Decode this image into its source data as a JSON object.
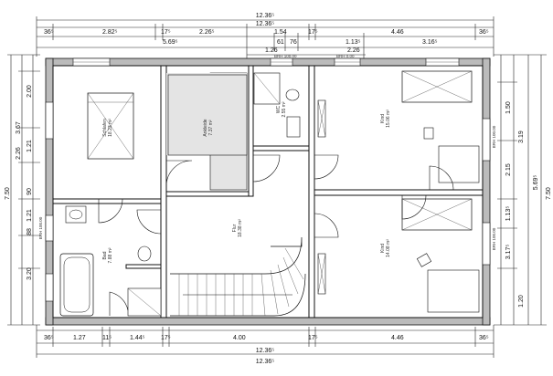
{
  "dimensions": {
    "overall_width": "12.36⁵",
    "top_row1": [
      "36⁵",
      "2.82⁵",
      "17⁵",
      "2.26⁵",
      "1.54",
      "17⁵",
      "4.46",
      "36⁵"
    ],
    "top_row2": [
      "5.69⁵",
      "61",
      "76",
      "1.13⁵",
      "3.16⁵"
    ],
    "top_row3": [
      "1.26",
      "2.26"
    ],
    "bottom_row1": [
      "36⁵",
      "1.27",
      "11⁵",
      "1.44⁵",
      "17⁵",
      "4.00",
      "17⁵",
      "4.46",
      "36⁵"
    ],
    "left_outer": "7.50",
    "left_inner": [
      "2.00",
      "1.21",
      "90",
      "1.21",
      "88",
      "3.20"
    ],
    "left_inner2": [
      "3.67",
      "2.26"
    ],
    "right_outer": "7.50",
    "right_inner": [
      "1.50",
      "3.19",
      "5.69⁵",
      "2.15",
      "1.13⁵",
      "3.17⁵",
      "1.20"
    ]
  },
  "rooms": [
    {
      "name": "Schlafen",
      "area": "18.23 m²"
    },
    {
      "name": "Ankleide",
      "area": "7.37 m²"
    },
    {
      "name": "WC",
      "area": "2.55 m²"
    },
    {
      "name": "Kind",
      "area": "15.06 m²"
    },
    {
      "name": "Flur",
      "area": "18.38 m²"
    },
    {
      "name": "Bad",
      "area": "7.88 m²"
    },
    {
      "name": "Kind",
      "area": "14.08 m²"
    }
  ],
  "window_notes": [
    "BRH 100.00",
    "BRH 0.00",
    "BRH 100.00",
    "BRH 100.00",
    "BRH 100.00"
  ],
  "colors": {
    "wall": "#ffffff",
    "line": "#111111",
    "hatch": "#d9d9d9"
  }
}
